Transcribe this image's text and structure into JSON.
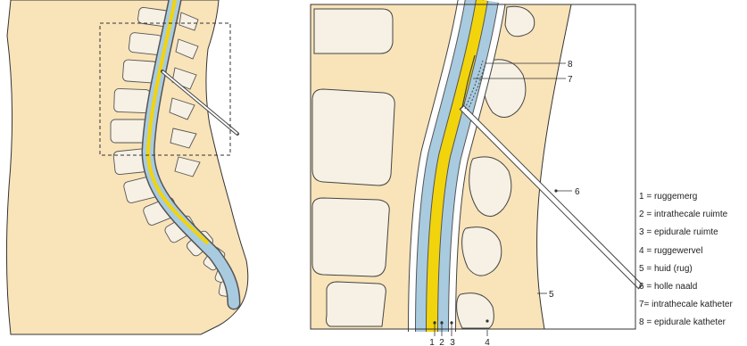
{
  "colors": {
    "skin": "#f9e3b9",
    "bone": "#f6f1e4",
    "csf": "#a9cbe0",
    "cord": "#f2d40c",
    "outline": "#333333"
  },
  "callouts": {
    "c1": "1",
    "c2": "2",
    "c3": "3",
    "c4": "4",
    "c5": "5",
    "c6": "6",
    "c7": "7",
    "c8": "8"
  },
  "legend": [
    "1 = ruggemerg",
    "2 = intrathecale ruimte",
    "3 = epidurale ruimte",
    "4 = ruggewervel",
    "5 = huid (rug)",
    "6 = holle naald",
    "7= intrathecale katheter",
    "8 = epidurale katheter"
  ]
}
